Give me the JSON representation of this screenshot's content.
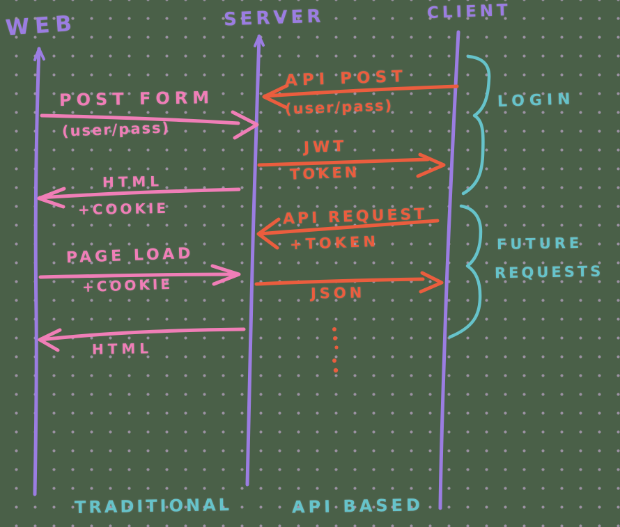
{
  "colors": {
    "background": "#4a6048",
    "grid_dot": "#9c91a3",
    "lifeline_purple": "#9b7de2",
    "traditional_pink": "#f07eb7",
    "api_orange": "#eb5d3e",
    "annotation_cyan": "#66c3ca"
  },
  "lifelines": {
    "web": "WEB",
    "server": "SERVER",
    "client": "CLIENT"
  },
  "traditional": {
    "post_form_label": "POST FORM",
    "post_form_detail": "(user/pass)",
    "html_label": "HTML",
    "html_detail": "+COOKIE",
    "page_load_label": "PAGE LOAD",
    "page_load_detail": "+COOKIE",
    "html2_label": "HTML",
    "footer": "TRADITIONAL"
  },
  "api": {
    "api_post_label": "API POST",
    "api_post_detail": "(user/pass)",
    "jwt_label": "JWT",
    "jwt_detail": "TOKEN",
    "api_request_label": "API REQUEST",
    "api_request_detail": "+TOKEN",
    "json_label": "JSON",
    "footer": "API BASED"
  },
  "annotations": {
    "login": "LOGIN",
    "future_1": "FUTURE",
    "future_2": "REQUESTS"
  },
  "icons": {
    "ellipsis": "vertical-ellipsis-dots",
    "braces": "curly-brace-group-markers"
  }
}
